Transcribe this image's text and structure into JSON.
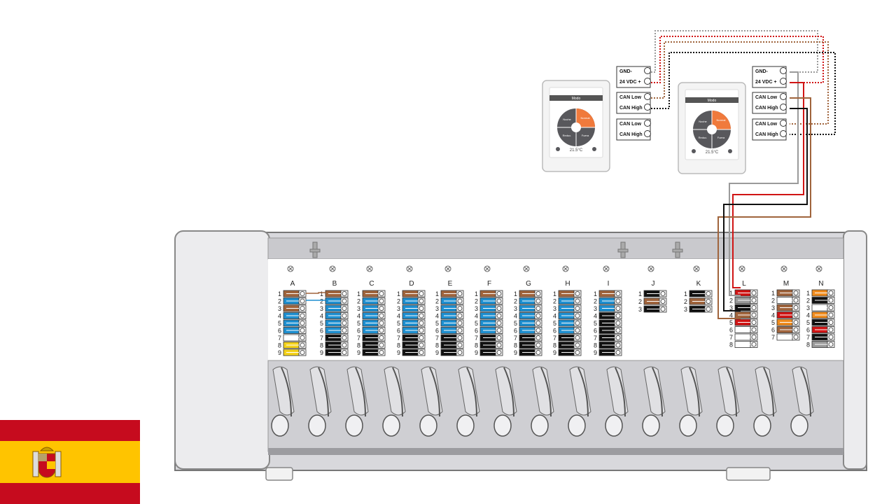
{
  "controller": {
    "columns": [
      {
        "id": "A",
        "rows": 9
      },
      {
        "id": "B",
        "rows": 9
      },
      {
        "id": "C",
        "rows": 9
      },
      {
        "id": "D",
        "rows": 9
      },
      {
        "id": "E",
        "rows": 9
      },
      {
        "id": "F",
        "rows": 9
      },
      {
        "id": "G",
        "rows": 9
      },
      {
        "id": "H",
        "rows": 9
      },
      {
        "id": "I",
        "rows": 9
      },
      {
        "id": "J",
        "rows": 3
      },
      {
        "id": "K",
        "rows": 3
      },
      {
        "id": "L",
        "rows": 8
      },
      {
        "id": "M",
        "rows": 7
      },
      {
        "id": "N",
        "rows": 8
      }
    ]
  },
  "thermostat_1": {
    "header": "Modo",
    "labels": [
      "Normal",
      "Noche",
      "Reduc.",
      "Fuera"
    ],
    "temperature": "21.5°C",
    "terminals": [
      "GND-",
      "24 VDC +",
      "CAN Low",
      "CAN High",
      "CAN Low",
      "CAN High"
    ]
  },
  "thermostat_2": {
    "header": "Modo",
    "labels": [
      "Normal",
      "Noche",
      "Reduc.",
      "Fuera"
    ],
    "temperature": "21.5°C",
    "terminals": [
      "GND-",
      "24 VDC +",
      "CAN Low",
      "CAN High",
      "CAN Low",
      "CAN High"
    ]
  },
  "colors": {
    "blue": "#1e8fd0",
    "brown": "#a0643c",
    "red": "#d01414",
    "black": "#111111",
    "gray": "#9a9a9a",
    "yellow": "#f4d21c",
    "orange": "#f08c1e",
    "thermostat_accent": "#f07a3c",
    "flag_red": "#c60b1e",
    "flag_yellow": "#ffc400"
  },
  "icons": {
    "flag": "spain-flag-icon",
    "screw": "terminal-screw-icon"
  }
}
